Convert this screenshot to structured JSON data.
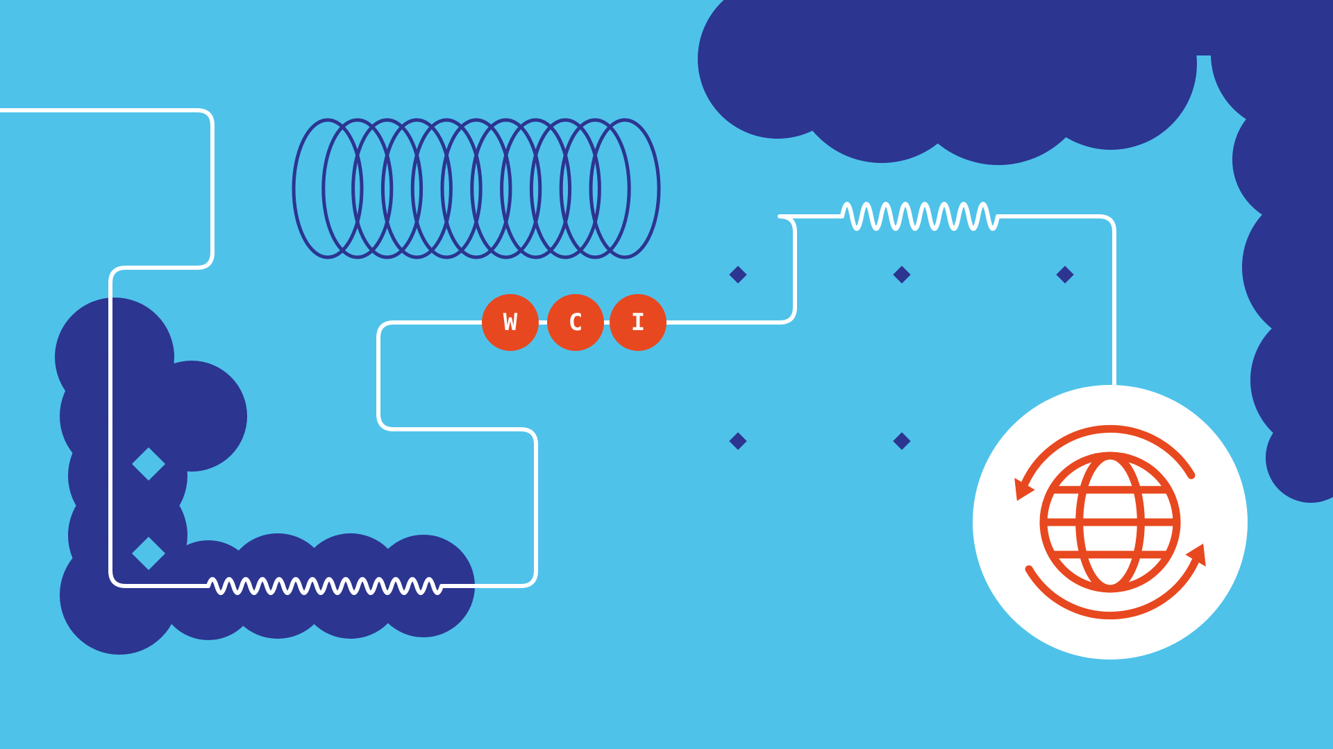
{
  "colors": {
    "background": "#4FC2EA",
    "navy": "#2C3590",
    "orange": "#E8481F",
    "white": "#FFFFFF"
  },
  "badges": [
    {
      "letter": "W"
    },
    {
      "letter": "C"
    },
    {
      "letter": "I"
    }
  ],
  "icons": {
    "globe": "globe-with-rotation-arrows"
  }
}
